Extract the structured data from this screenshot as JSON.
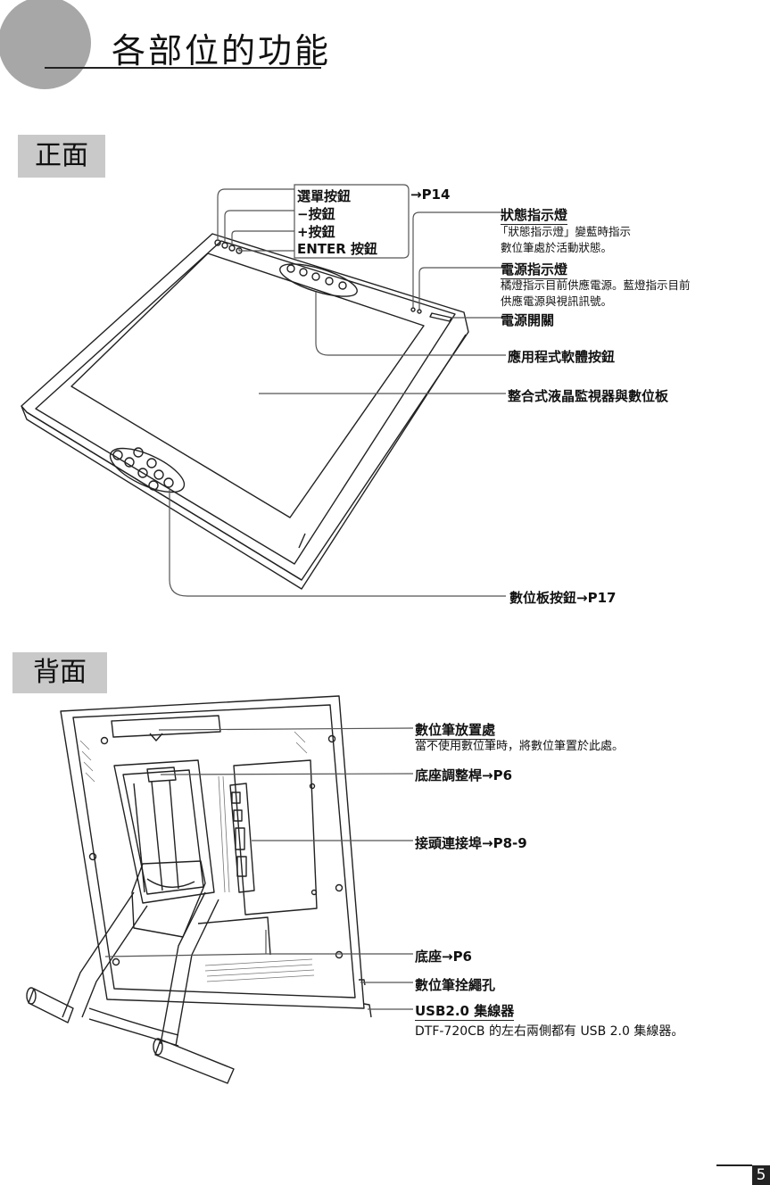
{
  "page": {
    "title": "各部位的功能",
    "page_number": "5"
  },
  "front": {
    "tag": "正面",
    "menu_button": "選單按鈕",
    "menu_ref": "→P14",
    "minus_button": "−按鈕",
    "plus_button": "+按鈕",
    "enter_button": "ENTER 按鈕",
    "status_led": "狀態指示燈",
    "status_led_desc1": "「狀態指示燈」變藍時指示",
    "status_led_desc2": "數位筆處於活動狀態。",
    "power_led": "電源指示燈",
    "power_led_desc1": "橘燈指示目前供應電源。藍燈指示目前",
    "power_led_desc2": "供應電源與視訊訊號。",
    "power_switch": "電源開關",
    "app_buttons": "應用程式軟體按鈕",
    "display_tablet": "整合式液晶監視器與數位板",
    "tablet_buttons": "數位板按鈕→P17"
  },
  "back": {
    "tag": "背面",
    "pen_holder": "數位筆放置處",
    "pen_holder_desc": "當不使用數位筆時，將數位筆置於此處。",
    "stand_lever": "底座調整桿→P6",
    "connector_port": "接頭連接埠→P8-9",
    "stand": "底座→P6",
    "tether_hole": "數位筆拴繩孔",
    "usb_hub": "USB2.0 集線器",
    "usb_hub_desc": "DTF-720CB 的左右兩側都有 USB 2.0 集線器。"
  }
}
